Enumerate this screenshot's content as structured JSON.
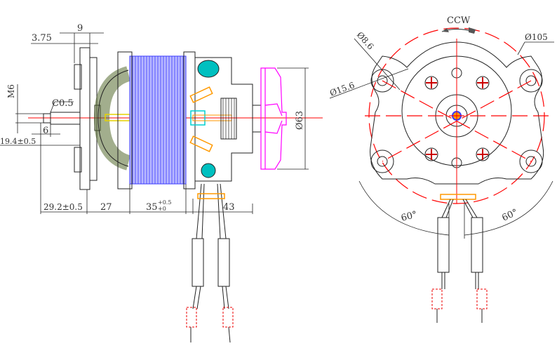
{
  "side_view": {
    "dims": {
      "plate_thickness": "3.75",
      "flange_width": "9",
      "thread": "M6",
      "chamfer": "C0.5",
      "thread_length": "6",
      "shaft_length": "19.4±0.5",
      "front_offset": "29.2±0.5",
      "front_section": "27",
      "stator_base": "35",
      "stator_tol_upper": "+0.5",
      "stator_tol_lower": "+0",
      "rear_section": "43",
      "fan_diameter": "Ø63"
    }
  },
  "front_view": {
    "rotation": "CCW",
    "hole_diameter": "Ø8.6",
    "boss_diameter": "Ø15.6",
    "bolt_circle": "Ø105",
    "angle_left": "60°",
    "angle_right": "60°"
  },
  "colors": {
    "stator": "#3a3aff",
    "winding": "#556b2f",
    "fan": "#ff00ff",
    "centerline": "#ff0000",
    "clip": "#ff9900",
    "brush": "#00b0b0"
  }
}
